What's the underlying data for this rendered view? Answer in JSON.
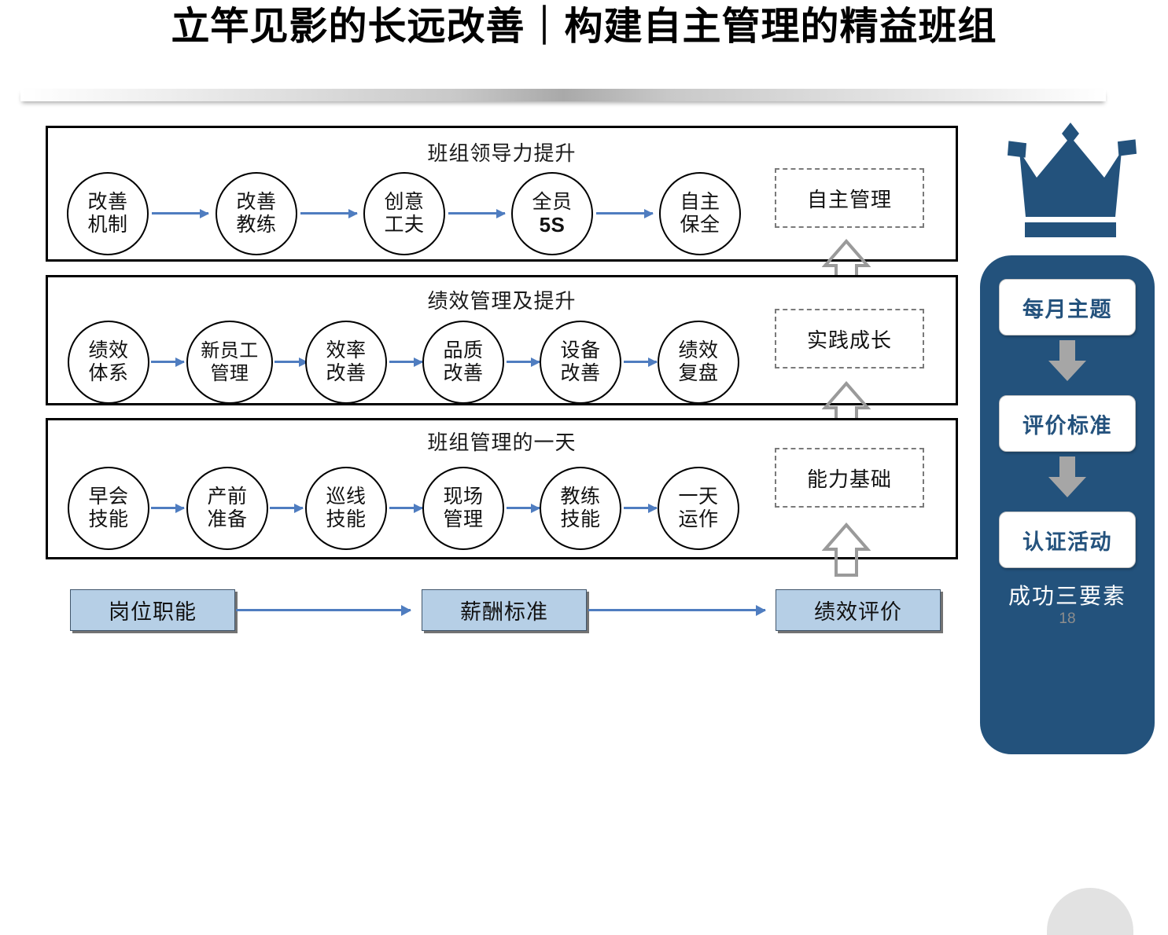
{
  "title": "立竿见影的长远改善｜构建自主管理的精益班组",
  "flow_rows": [
    {
      "id": "row-leadership",
      "title": "班组领导力提升",
      "nodes": [
        {
          "l1": "改善",
          "l2": "机制",
          "bold": false
        },
        {
          "l1": "改善",
          "l2": "教练",
          "bold": false
        },
        {
          "l1": "创意",
          "l2": "工夫",
          "bold": false
        },
        {
          "l1": "全员",
          "l2": "5S",
          "bold": true
        },
        {
          "l1": "自主",
          "l2": "保全",
          "bold": false
        }
      ],
      "outcome": "自主管理"
    },
    {
      "id": "row-performance",
      "title": "绩效管理及提升",
      "nodes": [
        {
          "l1": "绩效",
          "l2": "体系",
          "bold": false
        },
        {
          "l1": "新员工",
          "l2": "管理",
          "bold": false
        },
        {
          "l1": "效率",
          "l2": "改善",
          "bold": false
        },
        {
          "l1": "品质",
          "l2": "改善",
          "bold": false
        },
        {
          "l1": "设备",
          "l2": "改善",
          "bold": false
        },
        {
          "l1": "绩效",
          "l2": "复盘",
          "bold": false
        }
      ],
      "outcome": "实践成长"
    },
    {
      "id": "row-daily",
      "title": "班组管理的一天",
      "nodes": [
        {
          "l1": "早会",
          "l2": "技能",
          "bold": false
        },
        {
          "l1": "产前",
          "l2": "准备",
          "bold": false
        },
        {
          "l1": "巡线",
          "l2": "技能",
          "bold": false
        },
        {
          "l1": "现场",
          "l2": "管理",
          "bold": false
        },
        {
          "l1": "教练",
          "l2": "技能",
          "bold": false
        },
        {
          "l1": "一天",
          "l2": "运作",
          "bold": false
        }
      ],
      "outcome": "能力基础"
    }
  ],
  "foundation_boxes": [
    "岗位职能",
    "薪酬标准",
    "绩效评价"
  ],
  "success_panel": {
    "steps": [
      "每月主题",
      "评价标准",
      "认证活动"
    ],
    "footer": "成功三要素"
  },
  "page_number": "18",
  "colors": {
    "accent_blue": "#4f7dc0",
    "panel_blue": "#23527c",
    "box_fill": "#b6cfe6",
    "arrow_gray": "#9a9a9a",
    "step_arrow_gray": "#a6a6a6"
  }
}
